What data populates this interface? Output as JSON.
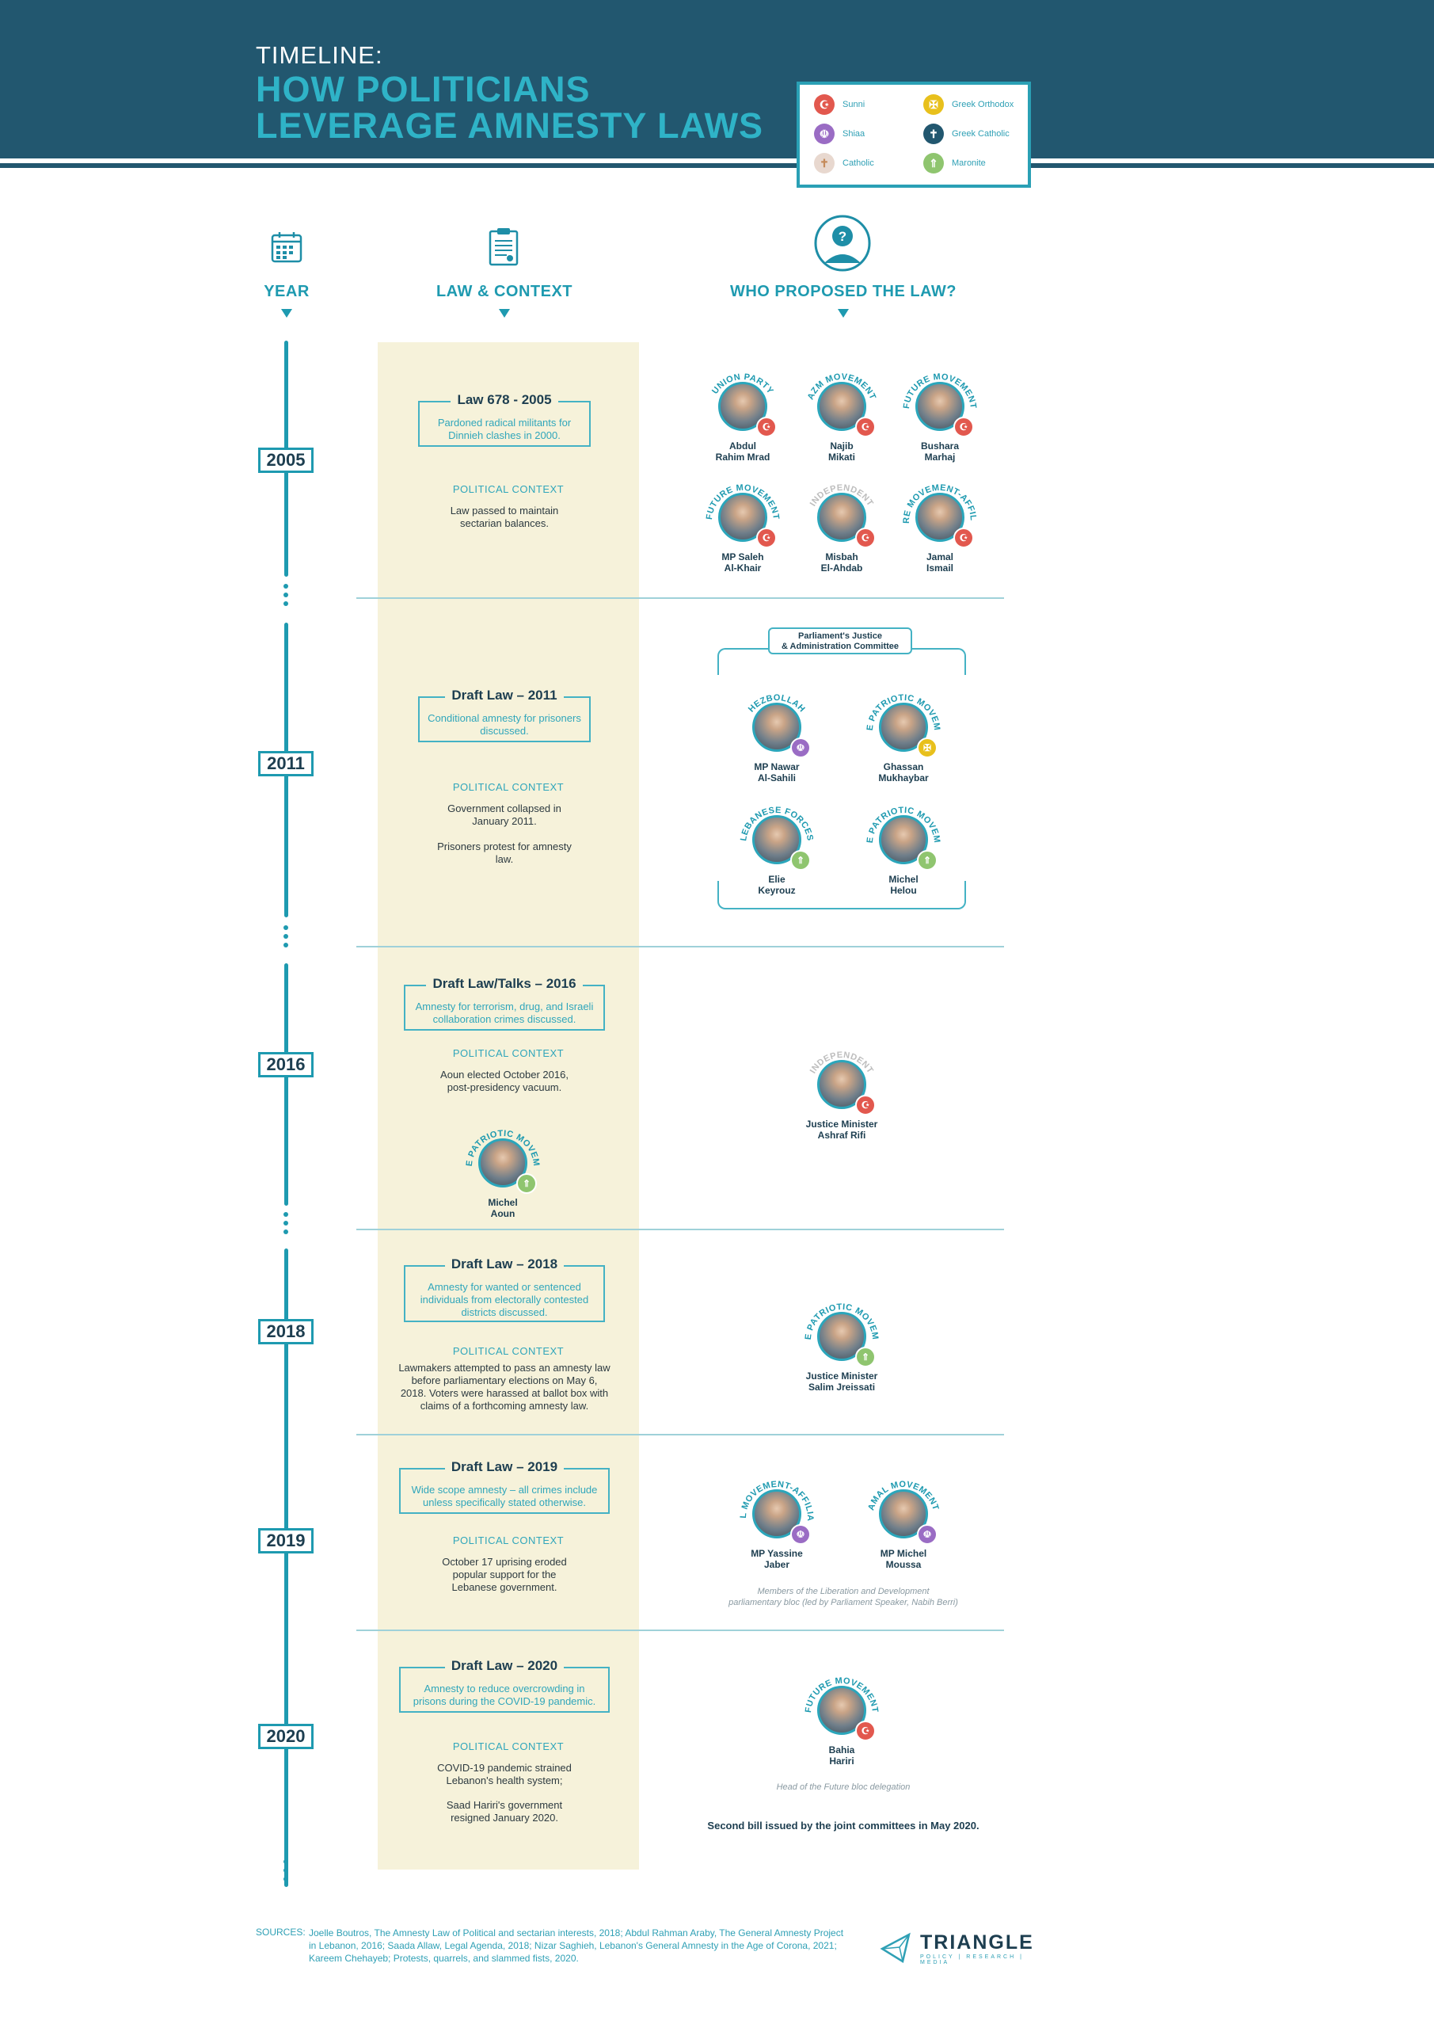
{
  "header": {
    "kicker": "TIMELINE:",
    "title_line1": "HOW POLITICIANS",
    "title_line2": "LEVERAGE AMNESTY LAWS"
  },
  "legend": [
    {
      "label": "Sunni",
      "icon": "crescent-icon",
      "color": "#e2584e"
    },
    {
      "label": "Greek Orthodox",
      "icon": "orthodox-cross-icon",
      "color": "#e8c01c"
    },
    {
      "label": "Shiaa",
      "icon": "shiaa-icon",
      "color": "#9a6cc4"
    },
    {
      "label": "Greek Catholic",
      "icon": "catholic-cross-icon",
      "color": "#22576f"
    },
    {
      "label": "Catholic",
      "icon": "cross-icon",
      "color": "#e8d8cf"
    },
    {
      "label": "Maronite",
      "icon": "cedar-icon",
      "color": "#8fc56f"
    }
  ],
  "columns": {
    "year": "YEAR",
    "law": "LAW & CONTEXT",
    "who": "WHO PROPOSED THE LAW?"
  },
  "political_context_label": "POLITICAL CONTEXT",
  "entries": [
    {
      "year": "2005",
      "law_title": "Law 678 - 2005",
      "law_desc": "Pardoned radical militants for Dinnieh clashes in 2000.",
      "context": "Law passed to maintain sectarian balances.",
      "context2": ""
    },
    {
      "year": "2011",
      "law_title": "Draft Law – 2011",
      "law_desc": "Conditional amnesty for prisoners discussed.",
      "context": "Government collapsed in January 2011.",
      "context2": "Prisoners protest for amnesty law."
    },
    {
      "year": "2016",
      "law_title": "Draft Law/Talks – 2016",
      "law_desc": "Amnesty for terrorism, drug, and Israeli collaboration crimes discussed.",
      "context": "Aoun elected October 2016, post-presidency vacuum.",
      "context2": ""
    },
    {
      "year": "2018",
      "law_title": "Draft Law – 2018",
      "law_desc": "Amnesty for wanted or sentenced individuals from electorally contested districts discussed.",
      "context": "Lawmakers attempted to pass an amnesty law before parliamentary elections on May 6, 2018. Voters were harassed at ballot box with claims of a forthcoming amnesty law.",
      "context2": ""
    },
    {
      "year": "2019",
      "law_title": "Draft Law – 2019",
      "law_desc": "Wide scope amnesty – all crimes include unless specifically stated otherwise.",
      "context": "October 17 uprising eroded popular support for the Lebanese government.",
      "context2": ""
    },
    {
      "year": "2020",
      "law_title": "Draft Law – 2020",
      "law_desc": "Amnesty to reduce overcrowding in prisons during the COVID-19 pandemic.",
      "context": "COVID-19 pandemic strained Lebanon's health system;",
      "context2": "Saad Hariri's government resigned January 2020."
    }
  ],
  "people": [
    {
      "party": "UNION PARTY",
      "name1": "Abdul",
      "name2": "Rahim Mrad",
      "sect": "sunni"
    },
    {
      "party": "AZM MOVEMENT",
      "name1": "Najib",
      "name2": "Mikati",
      "sect": "sunni"
    },
    {
      "party": "FUTURE MOVEMENT",
      "name1": "Bushara",
      "name2": "Marhaj",
      "sect": "sunni"
    },
    {
      "party": "FUTURE MOVEMENT",
      "name1": "MP Saleh",
      "name2": "Al-Khair",
      "sect": "sunni"
    },
    {
      "party": "INDEPENDENT",
      "name1": "Misbah",
      "name2": "El-Ahdab",
      "sect": "sunni"
    },
    {
      "party": "FUTURE MOVEMENT-AFFILIATED",
      "name1": "Jamal",
      "name2": "Ismail",
      "sect": "sunni"
    },
    {
      "party": "HEZBOLLAH",
      "name1": "MP Nawar",
      "name2": "Al-Sahili",
      "sect": "shiaa"
    },
    {
      "party": "FREE PATRIOTIC MOVEMENT",
      "name1": "Ghassan",
      "name2": "Mukhaybar",
      "sect": "orthodox"
    },
    {
      "party": "LEBANESE FORCES",
      "name1": "Elie",
      "name2": "Keyrouz",
      "sect": "maronite"
    },
    {
      "party": "FREE PATRIOTIC MOVEMENT",
      "name1": "Michel",
      "name2": "Helou",
      "sect": "maronite"
    },
    {
      "party": "FREE PATRIOTIC MOVEMENT",
      "name1": "Michel",
      "name2": "Aoun",
      "sect": "maronite"
    },
    {
      "party": "INDEPENDENT",
      "name1": "Justice Minister",
      "name2": "Ashraf Rifi",
      "sect": "sunni"
    },
    {
      "party": "FREE PATRIOTIC MOVEMENT",
      "name1": "Justice Minister",
      "name2": "Salim Jreissati",
      "sect": "maronite"
    },
    {
      "party": "AMAL MOVEMENT-AFFILIATED",
      "name1": "MP Yassine",
      "name2": "Jaber",
      "sect": "shiaa"
    },
    {
      "party": "AMAL MOVEMENT",
      "name1": "MP Michel",
      "name2": "Moussa",
      "sect": "shiaa"
    },
    {
      "party": "FUTURE MOVEMENT",
      "name1": "Bahia",
      "name2": "Hariri",
      "sect": "sunni"
    }
  ],
  "committee": {
    "line1": "Parliament's Justice",
    "line2": "& Administration Committee"
  },
  "notes": {
    "amal_line1": "Members of the Liberation and Development",
    "amal_line2": "parliamentary bloc (led by Parliament Speaker, Nabih Berri)",
    "future_head": "Head of the Future bloc delegation",
    "second_bill": "Second bill issued by the joint committees in May 2020."
  },
  "footer": {
    "sources_label": "SOURCES:",
    "sources_text": "Joelle Boutros, The Amnesty Law of Political and sectarian interests, 2018; Abdul Rahman Araby, The General Amnesty Project in Lebanon, 2016; Saada Allaw, Legal Agenda, 2018; Nizar Saghieh, Lebanon's General Amnesty in the Age of Corona, 2021; Kareem Chehayeb; Protests, quarrels, and slammed fists, 2020.",
    "logo_word": "TRIANGLE",
    "logo_sub": "POLICY | RESEARCH | MEDIA"
  },
  "colors": {
    "header": "#22576f",
    "accent": "#1e9ab0",
    "beige": "#f6f2da",
    "sunni": "#e2584e",
    "shiaa": "#9a6cc4",
    "maronite": "#8fc56f",
    "orthodox": "#e8c01c"
  }
}
